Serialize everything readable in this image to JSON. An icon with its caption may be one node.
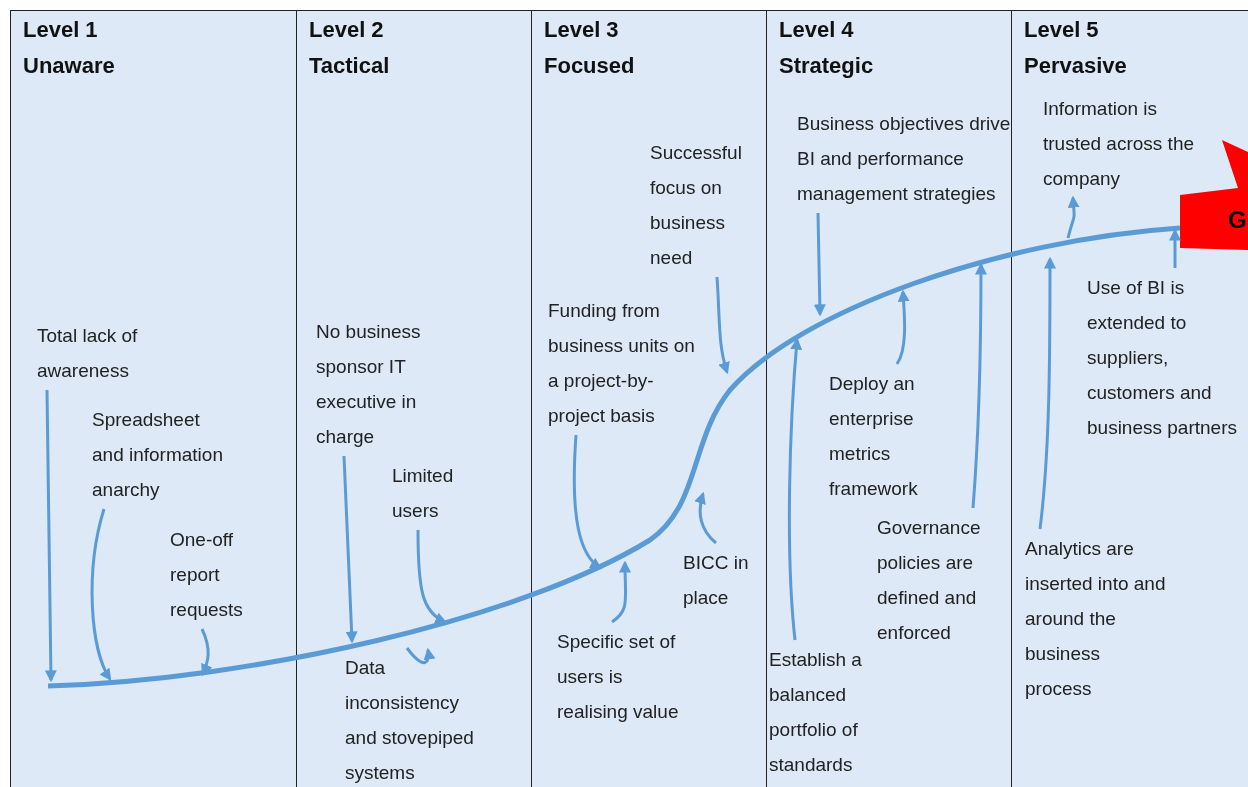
{
  "diagram": {
    "nodes": [
      {
        "text": [
          "Level 1",
          "Unaware"
        ]
      },
      {
        "text": [
          "Level 2",
          "Tactical"
        ]
      },
      {
        "text": [
          "Level 3",
          "Focused"
        ]
      },
      {
        "text": [
          "Level 4",
          "Strategic"
        ]
      },
      {
        "text": [
          "Level 5",
          "Pervasive"
        ]
      },
      {
        "text": [],
        "shape": "curve"
      },
      {
        "text": [
          "Total lack of awareness"
        ],
        "in": 0
      },
      {
        "text": [
          "Spreadsheet and information anarchy"
        ]
      },
      {
        "text": [
          "One-off report requests"
        ]
      },
      {
        "text": [
          "No business sponsor IT executive in charge"
        ]
      },
      {
        "text": [
          "Limited users"
        ]
      },
      {
        "text": [
          "Data inconsistency and stovepiped systems"
        ],
        "in": 1
      },
      {
        "text": [
          "Successful focus on business need"
        ],
        "in": 2
      },
      {
        "text": [
          "Funding from business units on a project-by-project basis"
        ]
      },
      {
        "text": [
          "Specific set of users is realising value"
        ],
        "in": 2
      },
      {
        "text": [
          "BICC in place"
        ]
      },
      {
        "text": [
          "Business objectives drive BI and performance management strategies"
        ],
        "in": 3
      },
      {
        "text": [
          "Deploy an enterprise metrics framework"
        ]
      },
      {
        "text": [
          "Establish a balanced portfolio of standards"
        ],
        "in": 3
      },
      {
        "text": [
          "Governance policies are defined and enforced"
        ]
      },
      {
        "text": [
          "Information is trusted across the company"
        ],
        "in": 4
      },
      {
        "text": [
          "Use of BI is extended to suppliers, customers and business partners"
        ],
        "in": 4
      },
      {
        "text": [
          "Analytics are inserted into and around the business process"
        ],
        "in": 4
      },
      {
        "text": [
          "G"
        ],
        "in": 4
      }
    ],
    "edges": [
      {
        "from": 6,
        "to": 5,
        "arrow": "to"
      },
      {
        "from": 7,
        "to": 5,
        "arrow": "to"
      },
      {
        "from": 8,
        "to": 5,
        "arrow": "to"
      },
      {
        "from": 9,
        "to": 5,
        "arrow": "to"
      },
      {
        "from": 10,
        "to": 5,
        "arrow": "to"
      },
      {
        "from": 11,
        "to": 5,
        "arrow": "to"
      },
      {
        "from": 12,
        "to": 5,
        "arrow": "to"
      },
      {
        "from": 13,
        "to": 5,
        "arrow": "to"
      },
      {
        "from": 14,
        "to": 5,
        "arrow": "to"
      },
      {
        "from": 15,
        "to": 5,
        "arrow": "to"
      },
      {
        "from": 16,
        "to": 5,
        "arrow": "to"
      },
      {
        "from": 17,
        "to": 5,
        "arrow": "to"
      },
      {
        "from": 18,
        "to": 5,
        "arrow": "to"
      },
      {
        "from": 19,
        "to": 5,
        "arrow": "to"
      },
      {
        "from": 5,
        "to": 20,
        "arrow": "to"
      },
      {
        "from": 21,
        "to": 5,
        "arrow": "to"
      },
      {
        "from": 22,
        "to": 5,
        "arrow": "to"
      }
    ]
  }
}
